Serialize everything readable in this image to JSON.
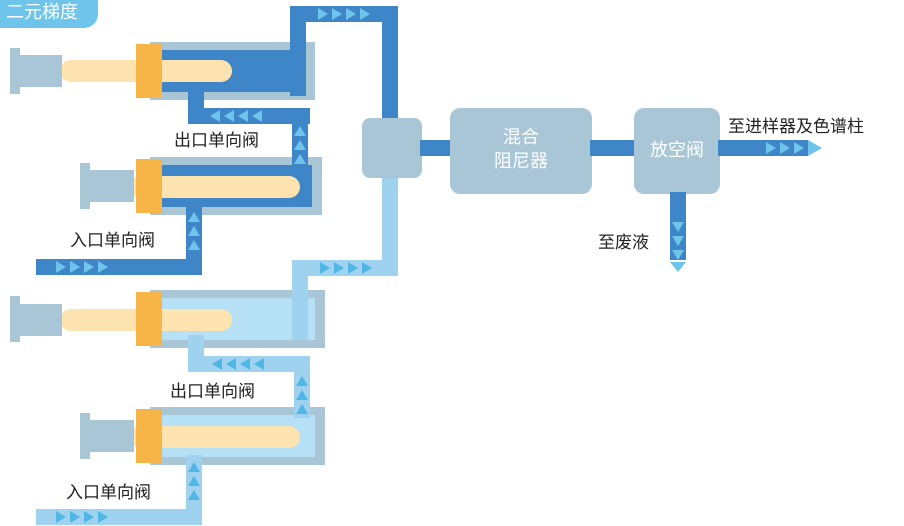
{
  "title_tag": "二元梯度",
  "labels": {
    "outlet_valve_a": "出口单向阀",
    "inlet_valve_a": "入口单向阀",
    "outlet_valve_b": "出口单向阀",
    "inlet_valve_b": "入口单向阀",
    "to_injector": "至进样器及色谱柱",
    "to_waste": "至废液"
  },
  "boxes": {
    "mixer_line1": "混合",
    "mixer_line2": "阻尼器",
    "purge_valve": "放空阀"
  },
  "colors": {
    "dark_blue": "#3f86c8",
    "light_blue": "#9fd2ef",
    "grey_box": "#a9c6d6",
    "plunger_gold": "#f7b548",
    "plunger_rod": "#fce3b0",
    "arrow_dark": "#6ec4ea",
    "arrow_light": "#4fb6e6"
  }
}
